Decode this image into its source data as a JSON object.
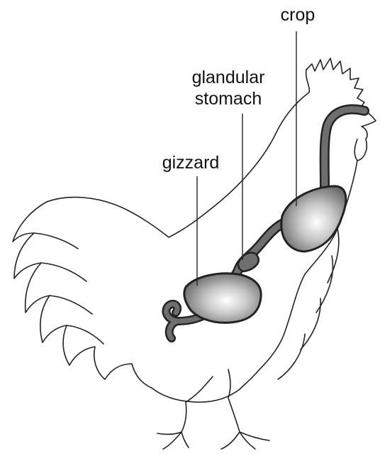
{
  "labels": {
    "crop": "crop",
    "glandular_line1": "glandular",
    "glandular_line2": "stomach",
    "gizzard": "gizzard"
  },
  "colors": {
    "outline": "#222222",
    "organ_dark": "#3c3c3c",
    "organ_mid": "#8a8a8a",
    "organ_light": "#ffffff",
    "tube": "#6e6e6e"
  }
}
